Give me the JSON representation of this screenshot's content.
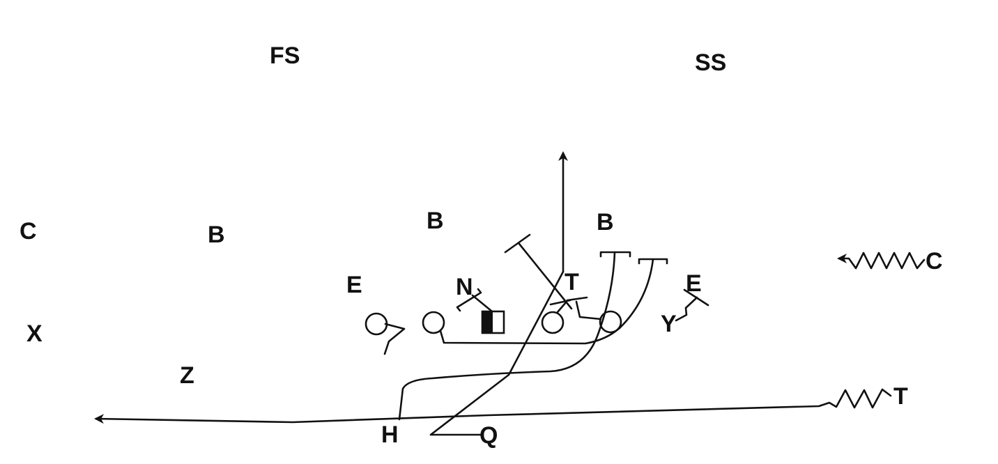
{
  "diagram": {
    "defense": {
      "fs": "FS",
      "ss": "SS",
      "corner_left": "C",
      "corner_right": "C",
      "backer_1": "B",
      "backer_2": "B",
      "backer_3": "B",
      "end_left": "E",
      "nose": "N",
      "tackle": "T",
      "end_right": "E"
    },
    "offense": {
      "x": "X",
      "z": "Z",
      "y": "Y",
      "h": "H",
      "q": "Q",
      "t": "T"
    }
  }
}
